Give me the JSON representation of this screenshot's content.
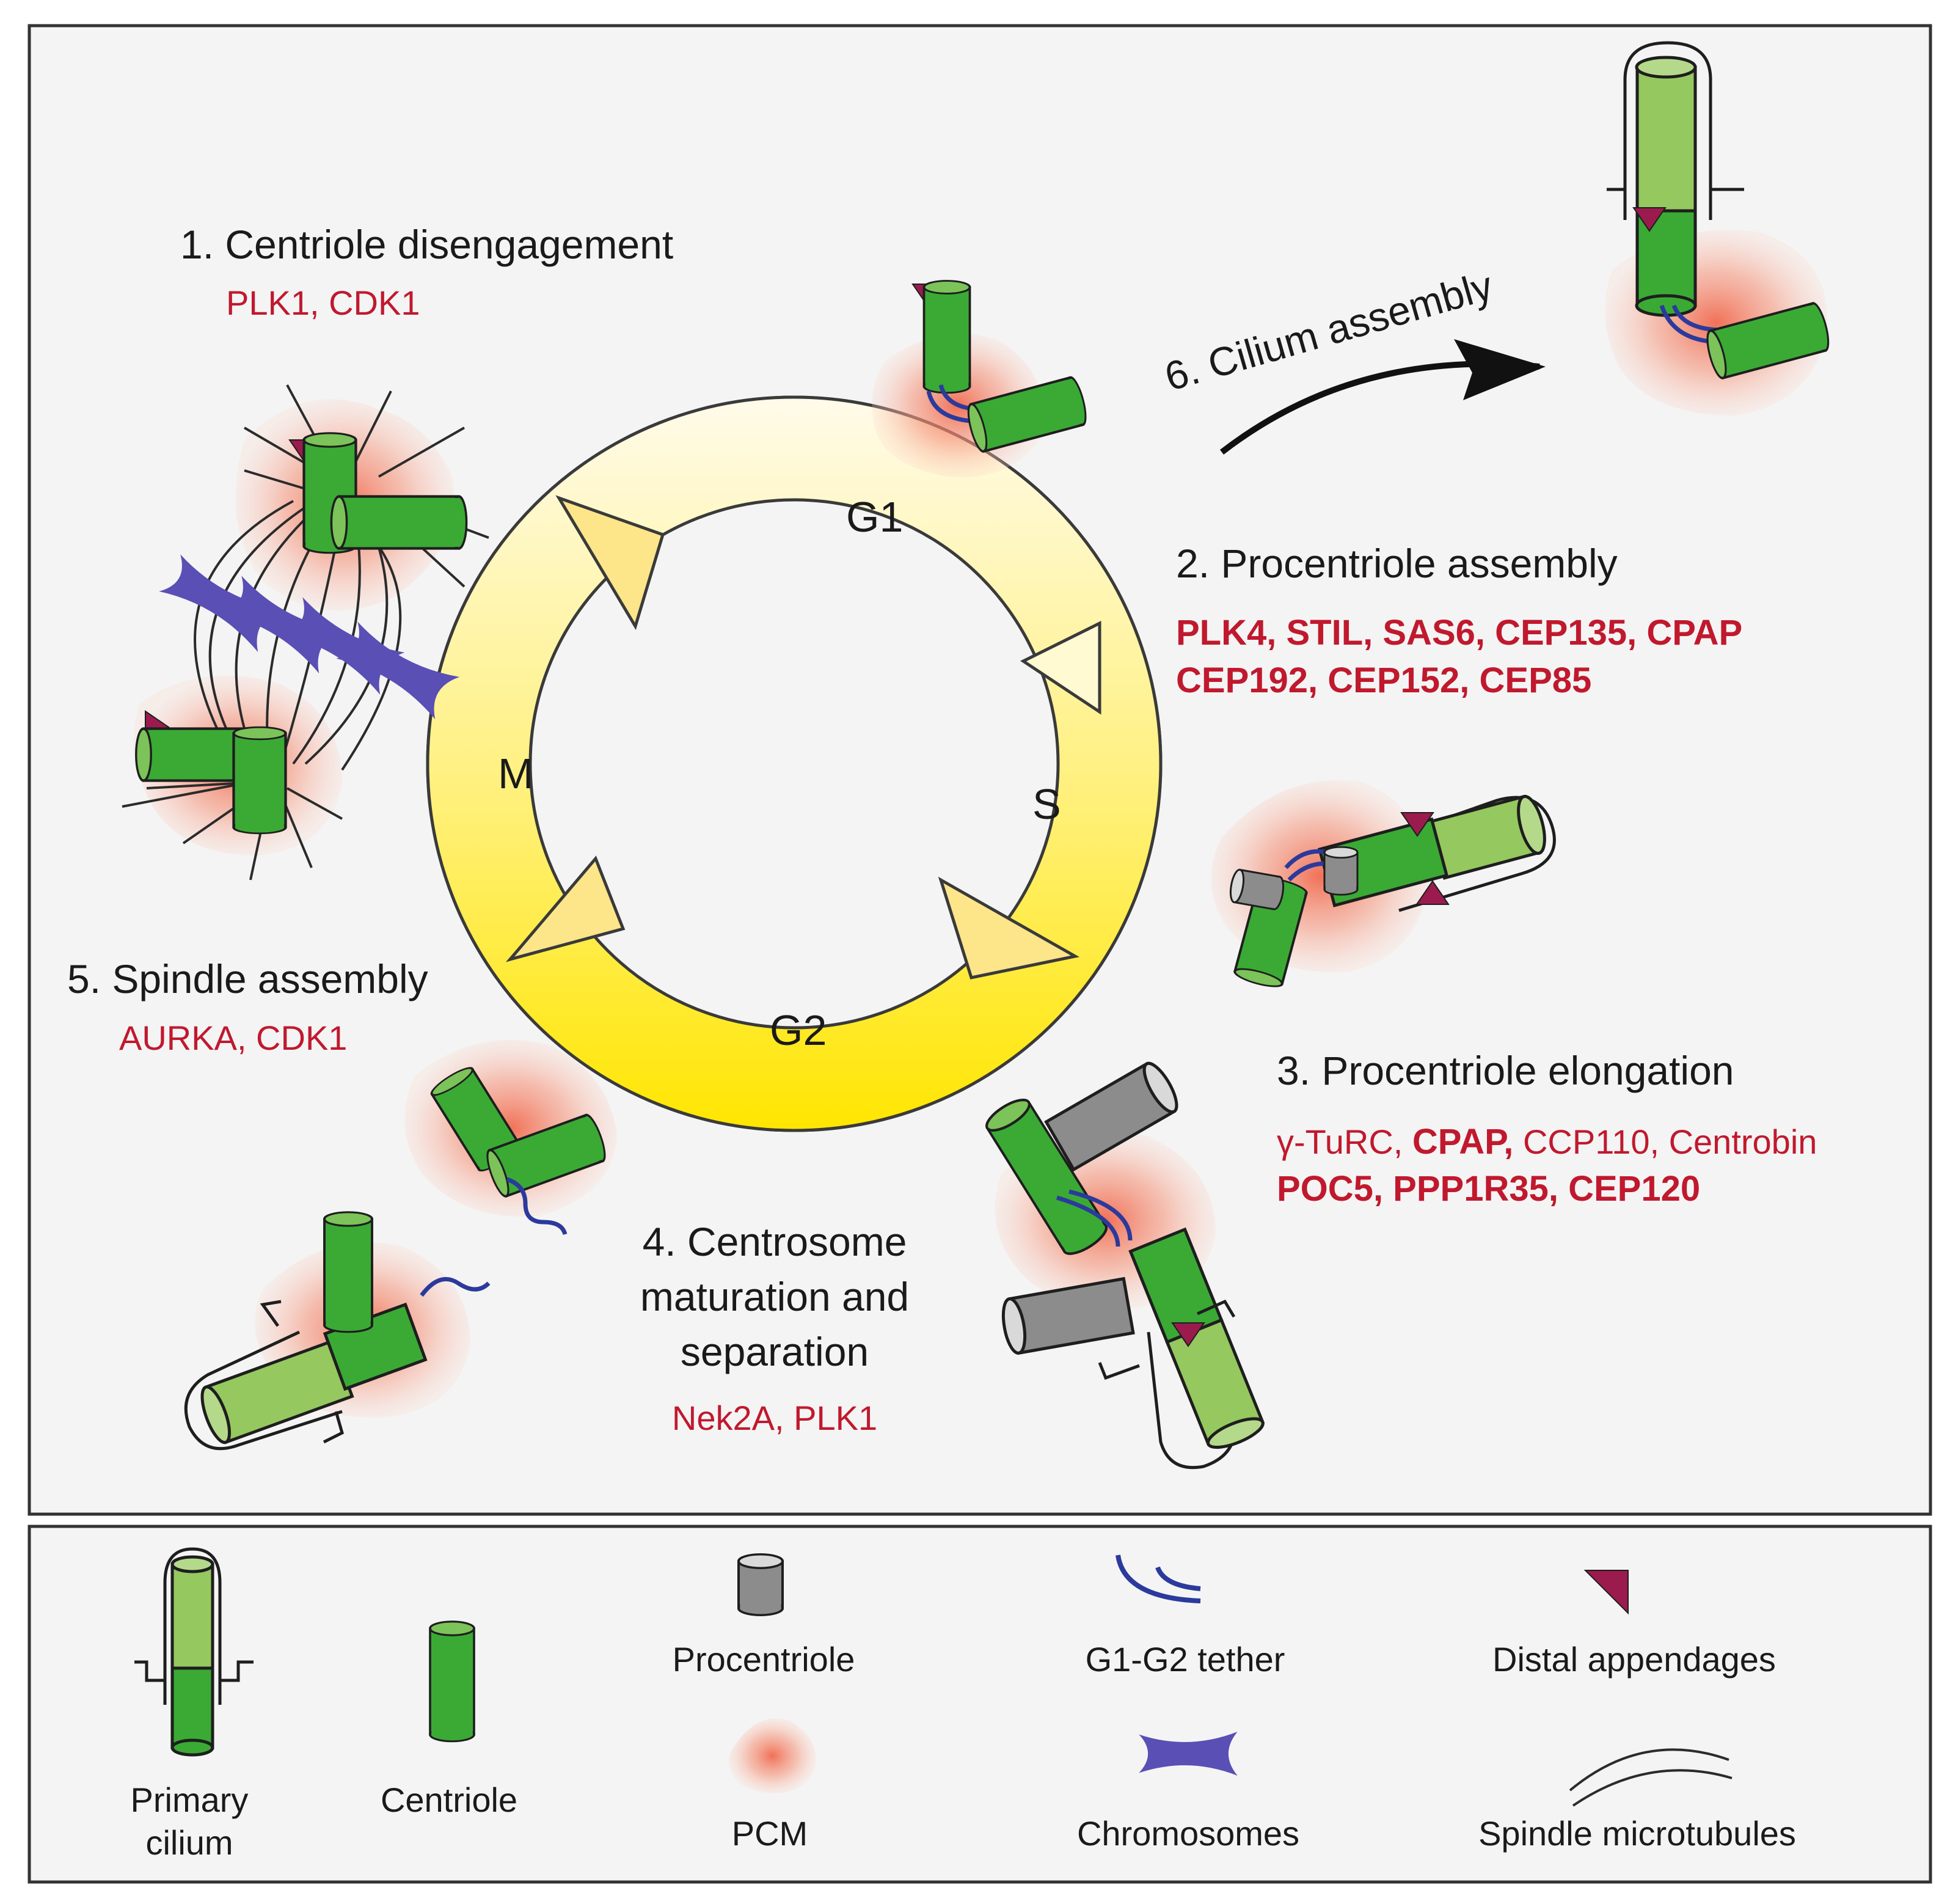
{
  "stages": {
    "s1": {
      "title": "1. Centriole  disengagement",
      "proteins": "PLK1, CDK1"
    },
    "s2": {
      "title": "2. Procentriole assembly",
      "proteins_line1": "PLK4, STIL, SAS6, CEP135, CPAP",
      "proteins_line2": "CEP192, CEP152, CEP85"
    },
    "s3": {
      "title": "3. Procentriole elongation",
      "p_gturc": "γ-TuRC, ",
      "p_cpap": "CPAP,",
      "p_rest": " CCP110, Centrobin",
      "proteins_line2": "POC5, PPP1R35, CEP120"
    },
    "s4": {
      "title_line1": "4. Centrosome",
      "title_line2": "maturation and",
      "title_line3": "separation",
      "proteins": "Nek2A, PLK1"
    },
    "s5": {
      "title": "5. Spindle assembly",
      "proteins": "AURKA, CDK1"
    },
    "s6": {
      "title": "6. Cilium assembly"
    }
  },
  "cycle": {
    "g1": "G1",
    "s": "S",
    "g2": "G2",
    "m": "M"
  },
  "legend": {
    "primary_cilium_line1": "Primary",
    "primary_cilium_line2": "cilium",
    "centriole": "Centriole",
    "procentriole": "Procentriole",
    "pcm": "PCM",
    "tether": "G1-G2 tether",
    "chromosomes": "Chromosomes",
    "distal_appendages": "Distal appendages",
    "spindle_microtubules": "Spindle microtubules"
  },
  "colors": {
    "centriole_green": "#3aaa35",
    "centriole_top": "#7cc35a",
    "cilium_green": "#95c85f",
    "procentriole_gray": "#8c8c8c",
    "tether_blue": "#2b3a9c",
    "chromosome_purple": "#5a4fb5",
    "appendage_magenta": "#9b1b4f",
    "protein_red": "#c0192e",
    "pcm_red": "#f28a6f",
    "panel_bg": "#f4f4f4"
  }
}
